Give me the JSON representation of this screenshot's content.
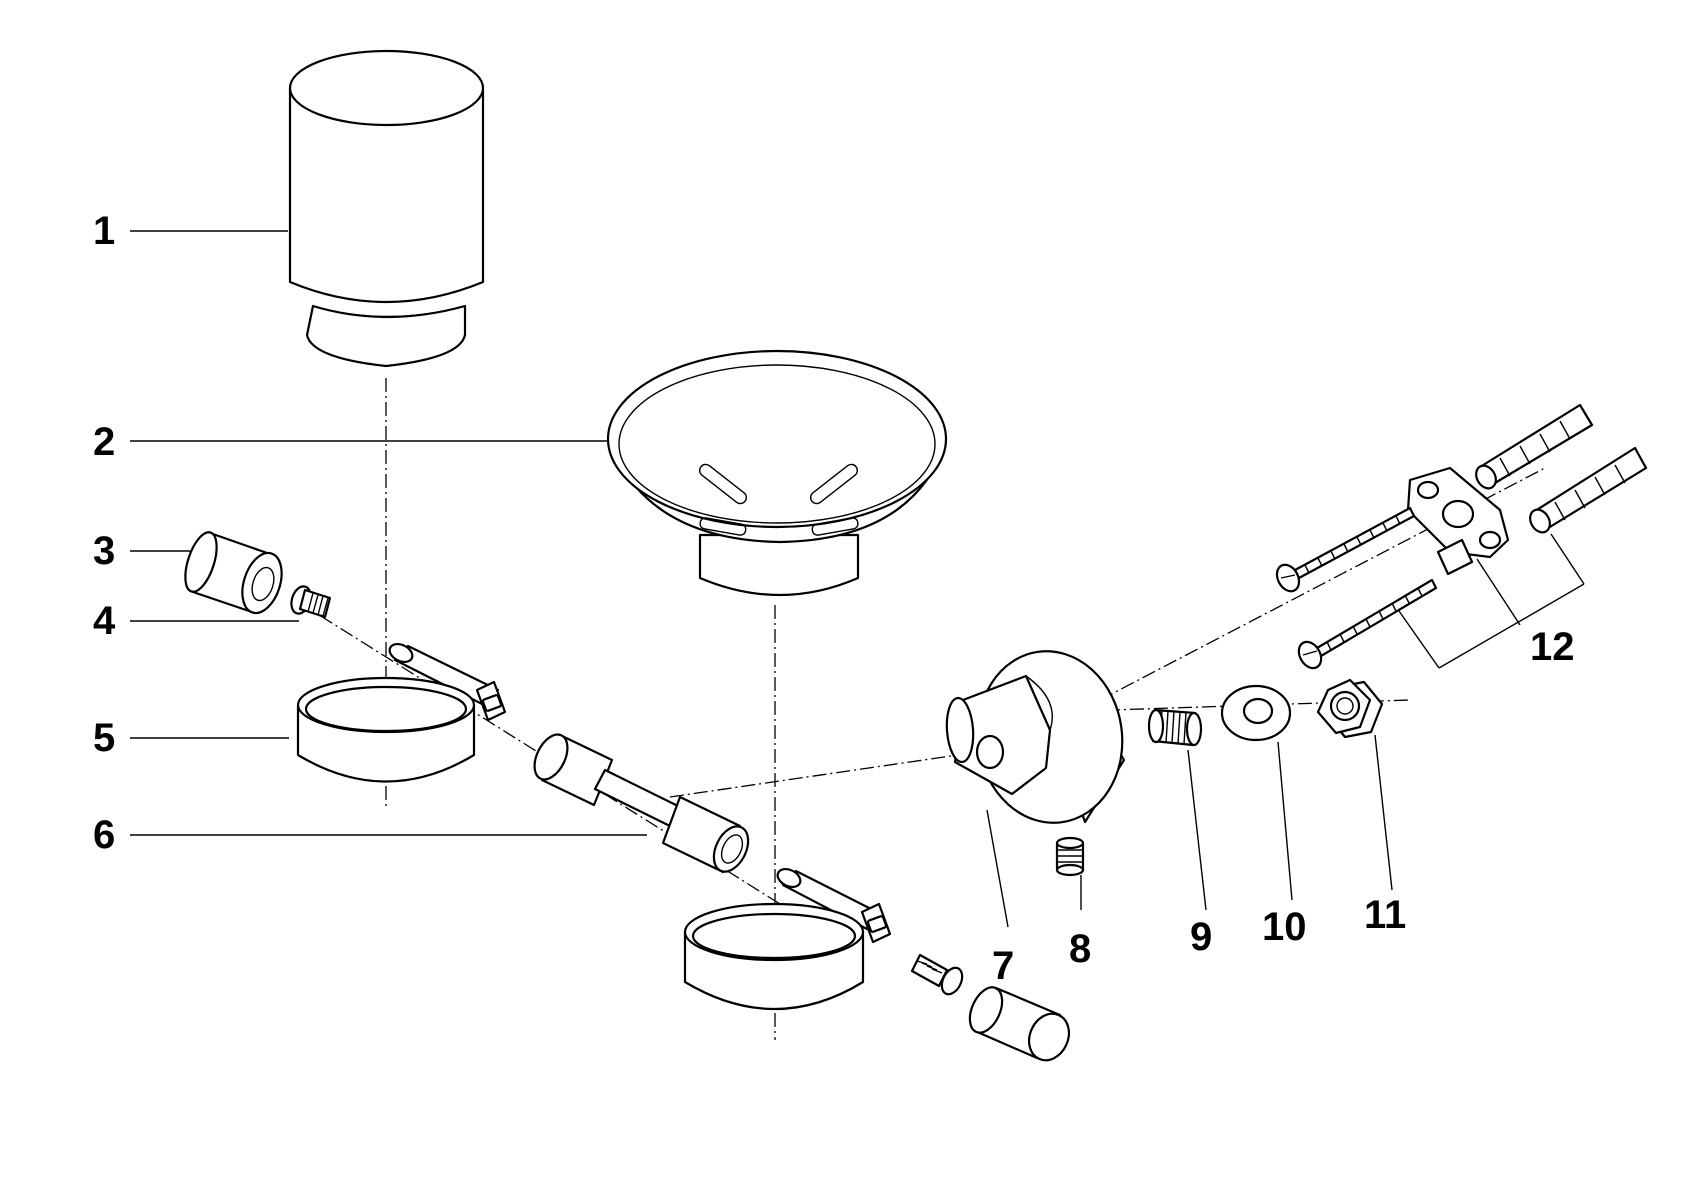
{
  "callouts": {
    "c1": "1",
    "c2": "2",
    "c3": "3",
    "c4": "4",
    "c5": "5",
    "c6": "6",
    "c7": "7",
    "c8": "8",
    "c9": "9",
    "c10": "10",
    "c11": "11",
    "c12": "12"
  },
  "icons": {
    "tumbler": "glass-tumbler-icon",
    "soap_dish": "soap-dish-icon",
    "end_cap": "end-cap-icon",
    "screw": "screw-icon",
    "ring_holder": "ring-holder-icon",
    "connecting_rod": "connecting-rod-icon",
    "wall_rosette": "wall-rosette-icon",
    "set_screw": "set-screw-icon",
    "threaded_bolt": "threaded-bolt-icon",
    "washer": "washer-icon",
    "hex_nut": "hex-nut-icon",
    "mounting_set": "mounting-kit-icon"
  },
  "colors": {
    "line": "#000000",
    "background": "#ffffff"
  }
}
